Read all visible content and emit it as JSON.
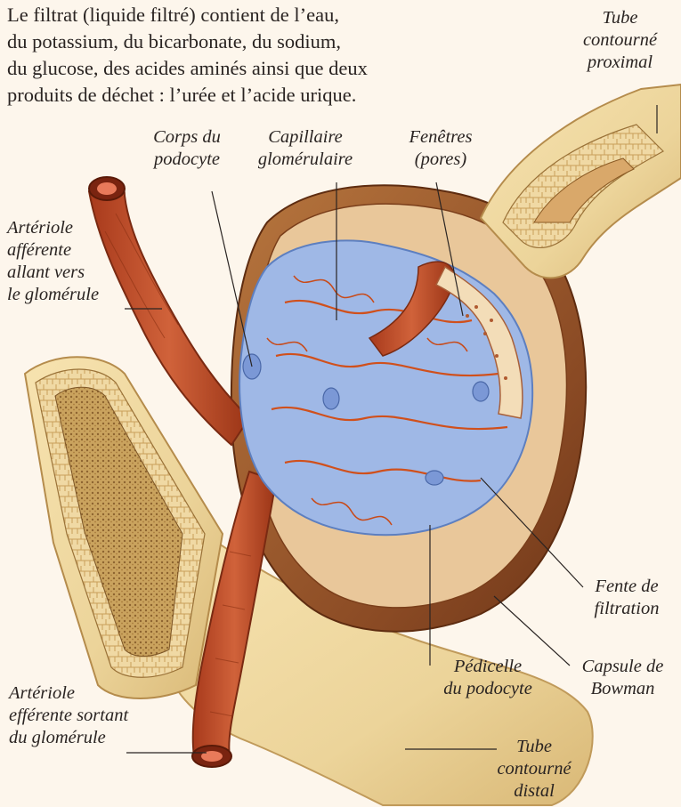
{
  "intro_lines": [
    "Le filtrat (liquide filtré) contient de l’eau,",
    "du potassium, du bicarbonate, du sodium,",
    "du glucose, des acides aminés ainsi que deux",
    "produits de déchet : l’urée et l’acide urique."
  ],
  "labels": {
    "tube_proximal": [
      "Tube",
      "contourné",
      "proximal"
    ],
    "corps_podocyte": [
      "Corps du",
      "podocyte"
    ],
    "capillaire": [
      "Capillaire",
      "glomérulaire"
    ],
    "fenetres": [
      "Fenêtres",
      "(pores)"
    ],
    "arteriole_afferente": [
      "Artériole",
      "afférente",
      "allant vers",
      "le glomérule"
    ],
    "fente_filtration": [
      "Fente de",
      "filtration"
    ],
    "pedicelle": [
      "Pédicelle",
      "du podocyte"
    ],
    "capsule_bowman": [
      "Capsule de",
      "Bowman"
    ],
    "arteriole_efferente": [
      "Artériole",
      "efférente sortant",
      "du glomérule"
    ],
    "tube_distal": [
      "Tube",
      "contourné",
      "distal"
    ]
  },
  "colors": {
    "background": "#fdf6ec",
    "arteriole": "#c4502a",
    "tubule": "#ecd49a",
    "capsule": "#8a4a24",
    "podocyte": "#9fb8e6",
    "text": "#2a2422"
  }
}
